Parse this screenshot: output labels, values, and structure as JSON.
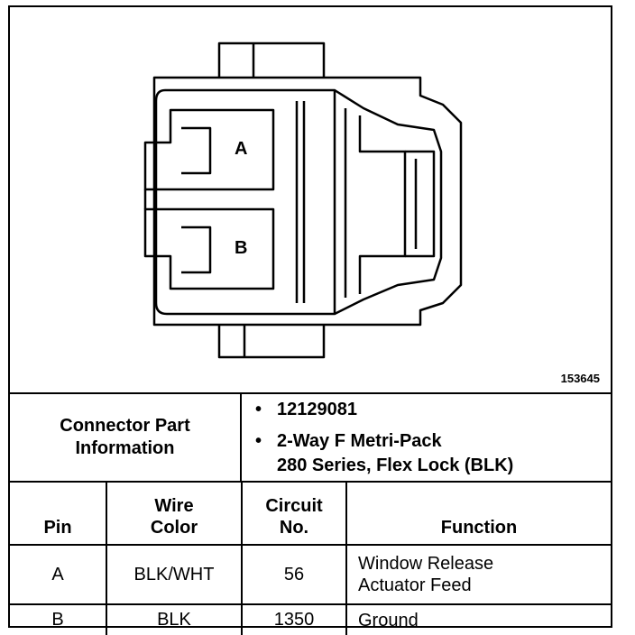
{
  "figure_id": "153645",
  "diagram": {
    "cavity_labels": [
      "A",
      "B"
    ]
  },
  "connector_info": {
    "label_line1": "Connector Part",
    "label_line2": "Information",
    "bullet": "•",
    "part_number": "12129081",
    "description_line1": "2-Way F Metri-Pack",
    "description_line2": "280 Series, Flex Lock (BLK)"
  },
  "table": {
    "headers": {
      "pin": "Pin",
      "wire_color_line1": "Wire",
      "wire_color_line2": "Color",
      "circuit_line1": "Circuit",
      "circuit_line2": "No.",
      "function": "Function"
    },
    "rows": [
      {
        "pin": "A",
        "wire_color": "BLK/WHT",
        "circuit": "56",
        "function_line1": "Window Release",
        "function_line2": "Actuator Feed"
      },
      {
        "pin": "B",
        "wire_color": "BLK",
        "circuit": "1350",
        "function_line1": "Ground",
        "function_line2": ""
      }
    ]
  }
}
